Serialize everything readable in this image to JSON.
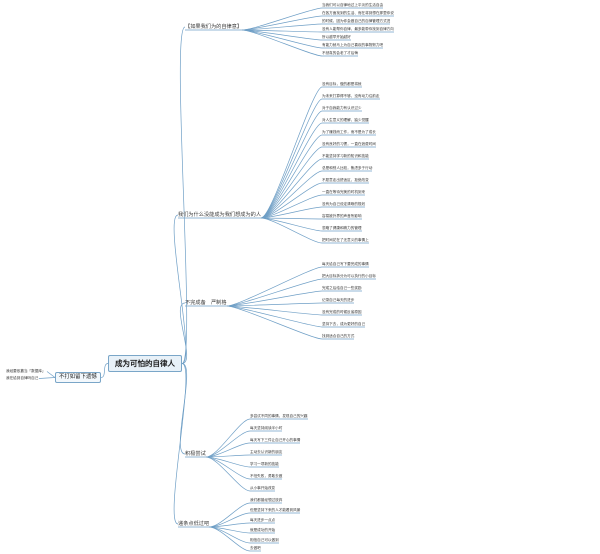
{
  "root": "成为可怕的自律人",
  "side": {
    "label": "不打如留下遗憾",
    "notes": [
      "我经要依靠当「数据库」",
      "我在给到自律吗自己"
    ]
  },
  "branches": [
    {
      "label": "【如果我们为的自律意】",
      "children": [
        "当我们可以自律地过上平淡的生活自由",
        "在各方面找到的生活、而在将到想在那里你说",
        "的时候，因为你会做自己的自律管理方式进",
        "没有人能帮你自律，最多能带你找到自律方向",
        "所以越早开始越好",
        "有能力就马上为自己喜欢的事物努力吧",
        "不然真的会老了才后悔"
      ]
    },
    {
      "label": "我们为什么没能成为我们想成为的人",
      "children": [
        "没有目标，做的都是将就",
        "为未来打算得不够，没有动力往前走",
        "对于自我能力有认识过少",
        "对人生意义的理解，缺少觉醒",
        "为了赚钱而工作，而不是为了成长",
        "没有良好的习惯，一直在浪费时间",
        "不能坚持学习新的知识和技能",
        "总是和别人比较，焦虑多于行动",
        "不愿意走出舒适区，拒绝改变",
        "一直在等待完美的时机到来",
        "没有为自己设定清晰的规划",
        "容易被外界的声音所影响",
        "忽略了健康和精力的管理",
        "把时间花在了无意义的事情上"
      ]
    },
    {
      "label": "不完成备　严制格",
      "children": [
        "每天给自己写下要完成的事情",
        "把大目标拆分为可以执行的小目标",
        "完成之后给自己一些奖励",
        "记录自己每天的进步",
        "没有完成的时候反省原因",
        "坚持下去，成为更好的自己",
        "找到适合自己的方式"
      ]
    },
    {
      "label": "积极尝试",
      "children": [
        "多尝试不同的事情，发现自己的兴趣",
        "每天坚持阅读半小时",
        "每天写下三件让自己开心的事情",
        "主动去认识新的朋友",
        "学习一项新的技能",
        "不怕失败，勇敢去做",
        "从小事开始改变"
      ]
    },
    {
      "label": "递条点低过吧",
      "children": [
        "我们都曾经想过放弃",
        "但是坚持下来的人才能看到风景",
        "每天进步一点点",
        "就是成功的开始",
        "相信自己可以做到",
        "去做吧"
      ]
    }
  ],
  "colors": {
    "line": "#6f9fc6",
    "root_border": "#7aa6c8",
    "root_bg": "#e8f1f8"
  }
}
